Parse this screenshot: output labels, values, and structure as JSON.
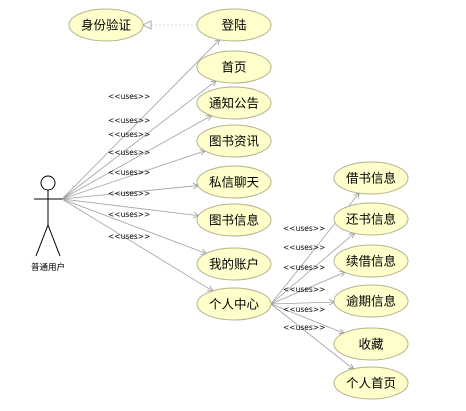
{
  "actor": {
    "label": "普通用户"
  },
  "extends_source": {
    "label": "身份验证"
  },
  "use_cases": [
    {
      "id": "login",
      "label": "登陆"
    },
    {
      "id": "home",
      "label": "首页"
    },
    {
      "id": "notice",
      "label": "通知公告"
    },
    {
      "id": "news",
      "label": "图书资讯"
    },
    {
      "id": "chat",
      "label": "私信聊天"
    },
    {
      "id": "books",
      "label": "图书信息"
    },
    {
      "id": "account",
      "label": "我的账户"
    },
    {
      "id": "center",
      "label": "个人中心"
    }
  ],
  "center_children": [
    {
      "id": "borrow",
      "label": "借书信息"
    },
    {
      "id": "return",
      "label": "还书信息"
    },
    {
      "id": "renew",
      "label": "续借信息"
    },
    {
      "id": "overdue",
      "label": "逾期信息"
    },
    {
      "id": "favorite",
      "label": "收藏"
    },
    {
      "id": "profile",
      "label": "个人首页"
    }
  ],
  "stereotype": "<<uses>>"
}
